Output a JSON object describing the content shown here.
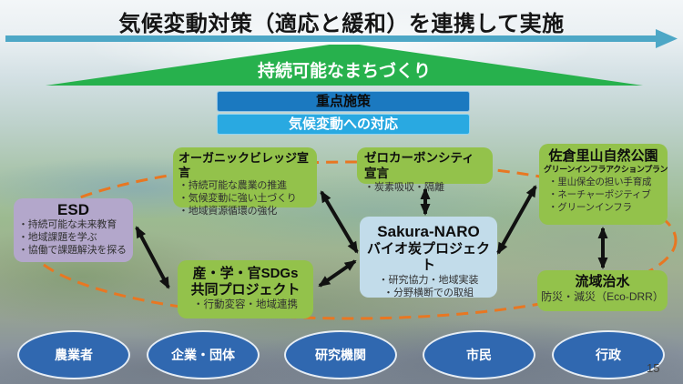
{
  "slide": {
    "title": "気候変動対策（適応と緩和）を連携して実施",
    "page_number": "15"
  },
  "banner": {
    "trapezoid_label": "持続可能なまちづくり",
    "bar_primary": "重点施策",
    "bar_secondary": "気候変動への対応"
  },
  "boxes": {
    "organic": {
      "title": "オーガニックビレッジ宣言",
      "bullets": [
        "・持続可能な農業の推進",
        "・気候変動に強い土づくり",
        "・地域資源循環の強化"
      ]
    },
    "zerocarbon": {
      "title": "ゼロカーボンシティ宣言",
      "bullets": [
        "・炭素吸収・隔離"
      ]
    },
    "satoyama": {
      "title": "佐倉里山自然公園",
      "subtitle": "グリーンインフラアクションプラン",
      "bullets": [
        "・里山保全の担い手育成",
        "・ネーチャーポジティブ",
        "・グリーンインフラ"
      ]
    },
    "esd": {
      "title": "ESD",
      "bullets": [
        "・持続可能な未来教育",
        "・地域課題を学ぶ",
        "・協働で課題解決を探る"
      ]
    },
    "sakuranaro": {
      "title_line1": "Sakura-NARO",
      "title_line2": "バイオ炭プロジェクト",
      "bullets": [
        "・研究協力・地域実装",
        "・分野横断での取組"
      ]
    },
    "sdgs": {
      "title_line1": "産・学・官SDGs",
      "title_line2": "共同プロジェクト",
      "bullets": [
        "・行動変容・地域連携"
      ]
    },
    "ryuiki": {
      "title": "流域治水",
      "subtitle": "防災・減災（Eco-DRR）"
    }
  },
  "stakeholders": [
    "農業者",
    "企業・団体",
    "研究機関",
    "市民",
    "行政"
  ],
  "colors": {
    "banner_green": "#27b14d",
    "bar_primary_blue": "#1b79c0",
    "bar_secondary_blue": "#29a9e1",
    "box_green": "#93c24b",
    "box_purple": "#b3a7cb",
    "box_lightblue": "#c2dcea",
    "stakeholder_blue": "#3068b0",
    "dashed_ellipse_orange": "#e87722",
    "top_arrow_teal": "#4da7c6",
    "connector_black": "#111111"
  }
}
